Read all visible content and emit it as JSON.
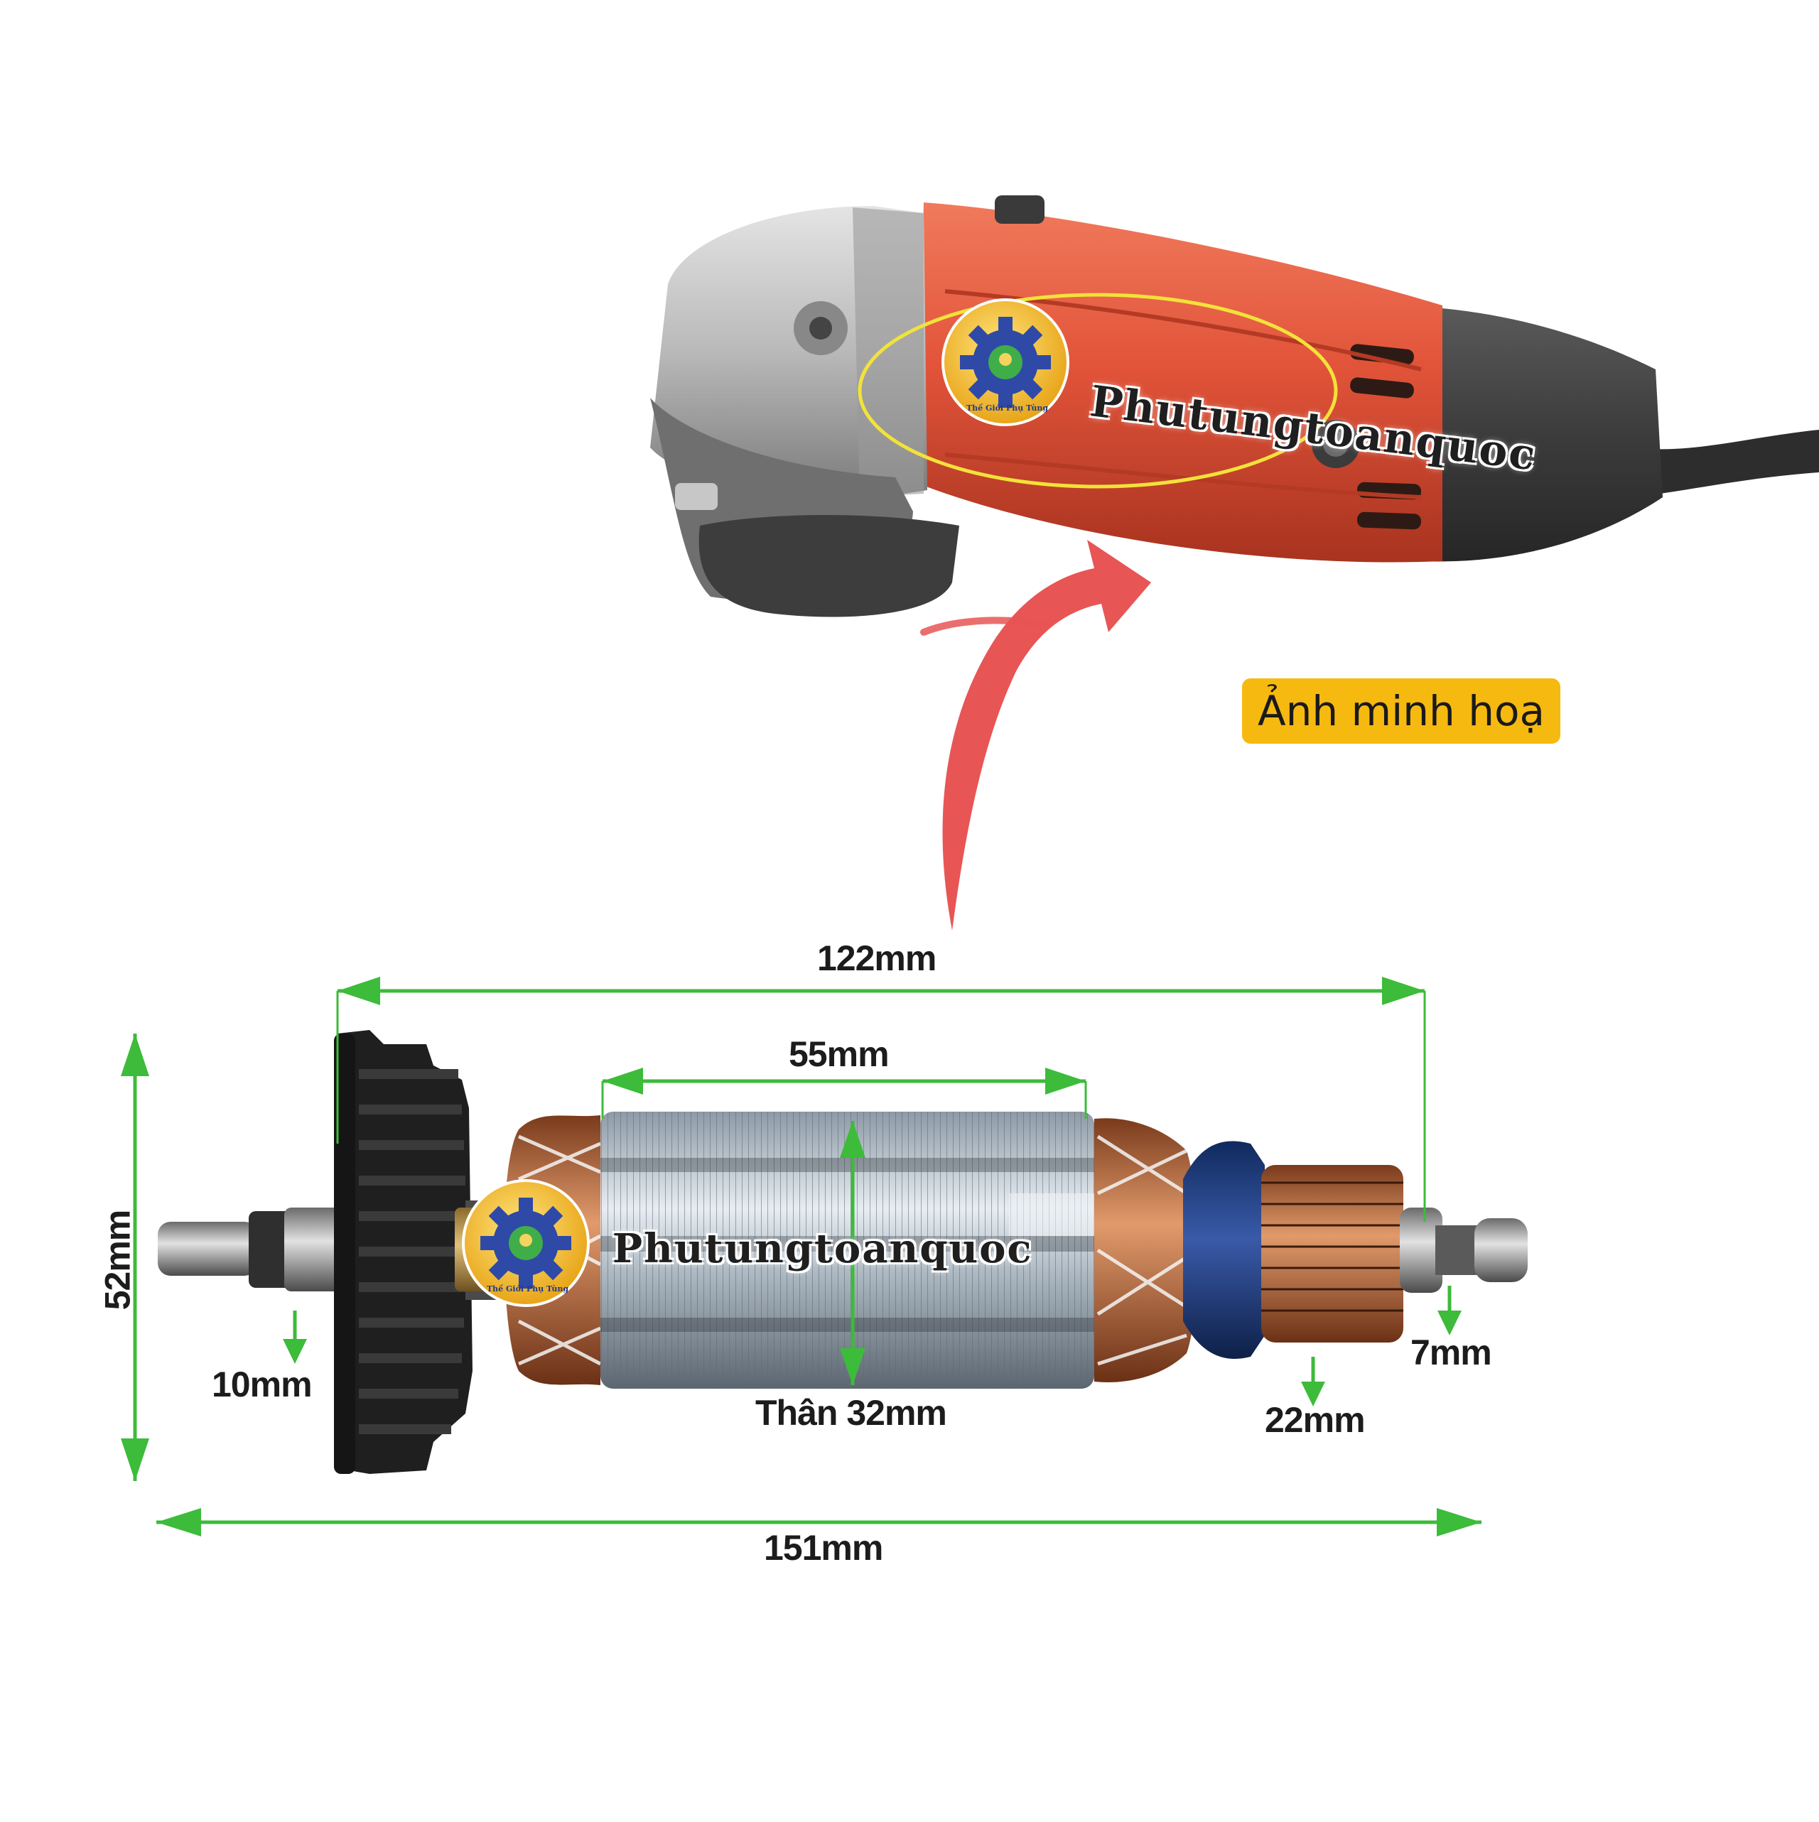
{
  "caption": "Ảnh minh hoạ",
  "watermark": {
    "brand_text": "Phutungtoanquoc",
    "logo_caption": "Thế Giới Phụ Tùng"
  },
  "dimensions": {
    "overall_length": "151mm",
    "rotor_span": "122mm",
    "core_length": "55mm",
    "fan_diameter": "52mm",
    "body_diameter": "Thân 32mm",
    "left_shaft": "10mm",
    "right_shaft": "7mm",
    "commutator": "22mm"
  },
  "colors": {
    "dimension_green": "#3dbb3a",
    "arrow_red": "#e85555",
    "grinder_orange": "#e2543a",
    "caption_badge": "#f6b90f",
    "highlight_ellipse": "#f2e23a",
    "copper": "#b8683b",
    "winding_blue": "#233a78"
  }
}
